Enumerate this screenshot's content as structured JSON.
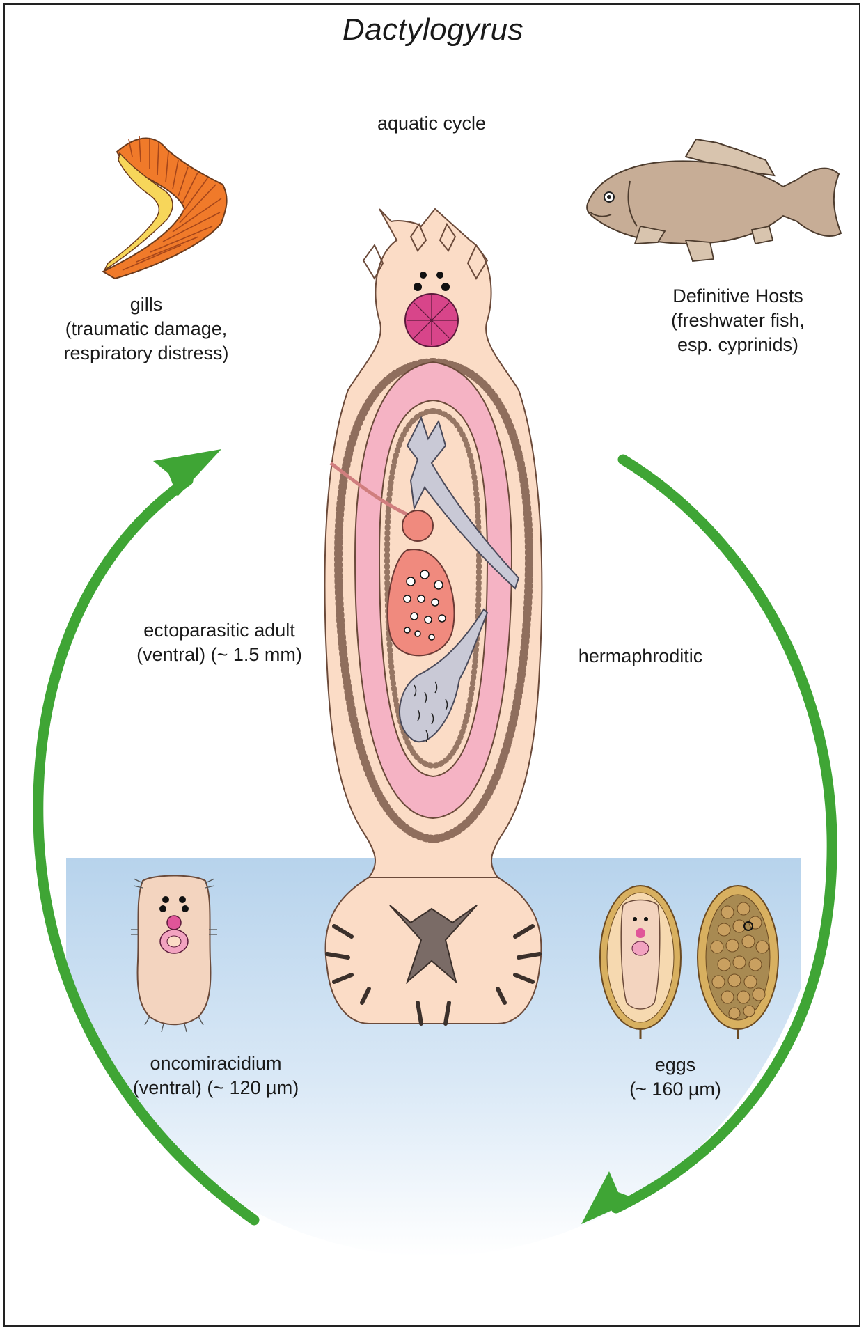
{
  "title": "Dactylogyrus",
  "cycle_label": "aquatic cycle",
  "labels": {
    "gills": {
      "line1": "gills",
      "line2": "(traumatic damage,",
      "line3": "respiratory distress)"
    },
    "hosts": {
      "line1": "Definitive Hosts",
      "line2": "(freshwater fish,",
      "line3": "esp. cyprinids)"
    },
    "adult": {
      "line1": "ectoparasitic adult",
      "line2": "(ventral)  (~ 1.5 mm)"
    },
    "hermaphroditic": "hermaphroditic",
    "oncomiracidium": {
      "line1": "oncomiracidium",
      "line2": "(ventral) (~ 120 µm)"
    },
    "eggs": {
      "line1": "eggs",
      "line2": "(~ 160 µm)"
    }
  },
  "colors": {
    "arrow": "#3fa535",
    "body": "#fbdcc6",
    "gut": "#f5b3c4",
    "gill_orange": "#f07a2a",
    "gill_yellow": "#f7d65a",
    "fish": "#c7ad96",
    "water": "#b7d3ec",
    "pharynx": "#d8458a",
    "ovary": "#f08a7e",
    "testis": "#c9c9d6",
    "egg_shell": "#d8b060"
  }
}
